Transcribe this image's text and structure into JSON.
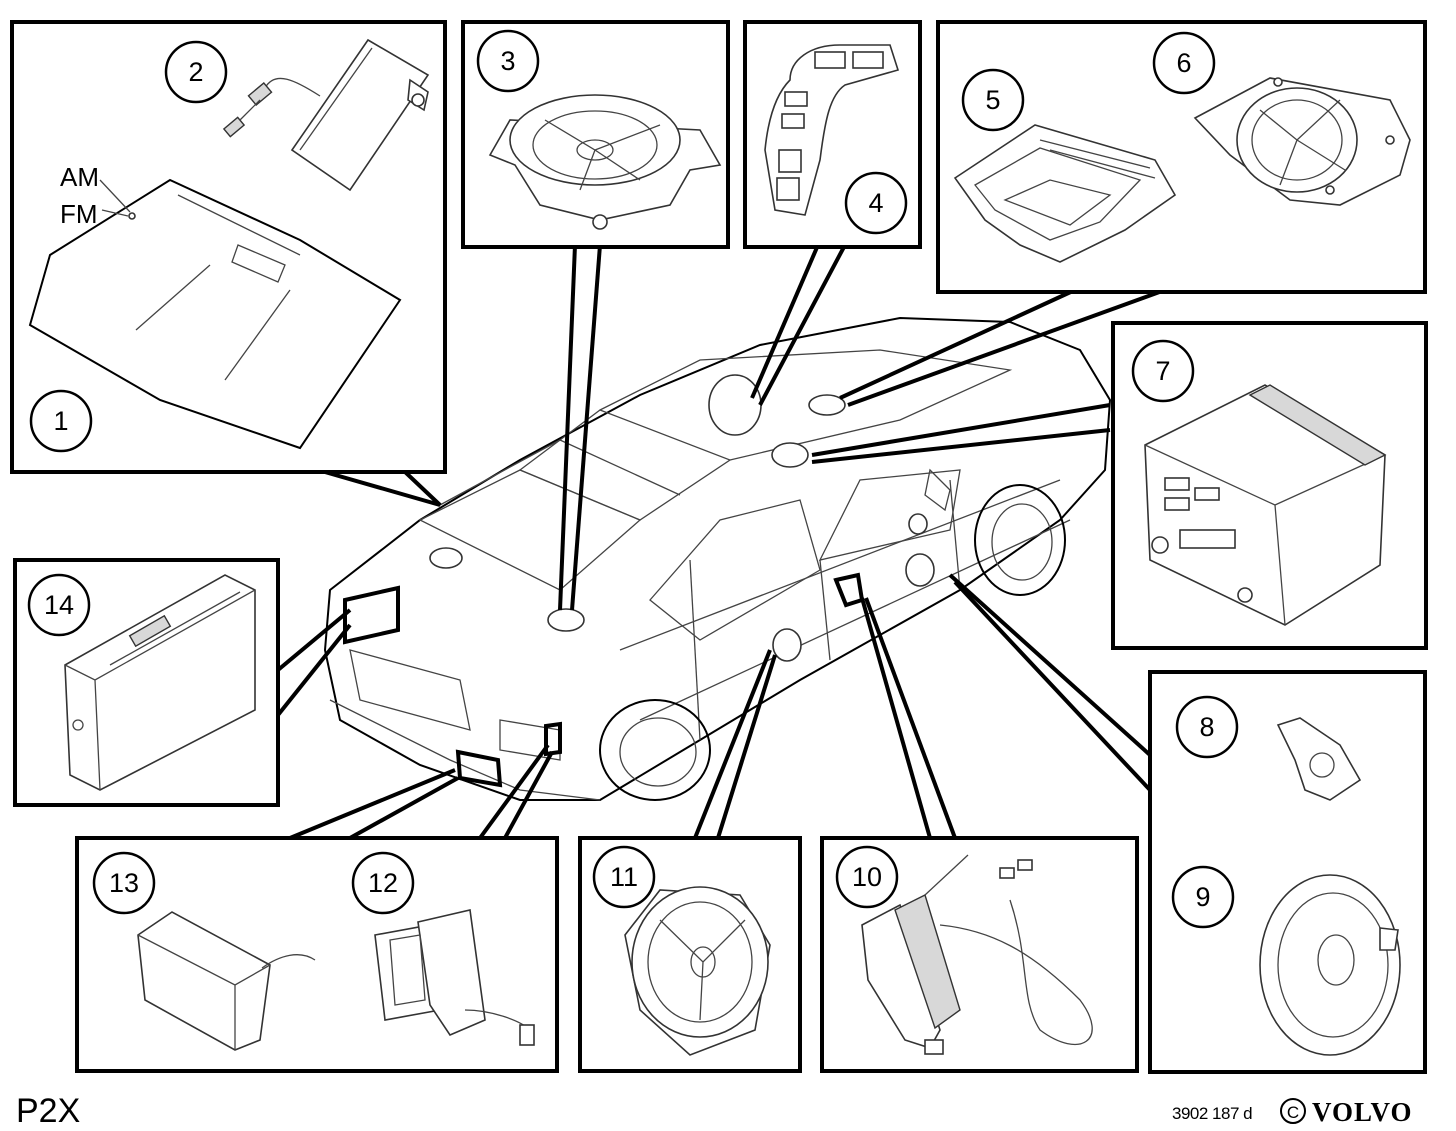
{
  "labels": {
    "am": "AM",
    "fm": "FM",
    "model": "P2X",
    "code": "3902 187 d",
    "copyright": "C",
    "brand": "VOLVO"
  },
  "callouts": [
    "1",
    "2",
    "3",
    "4",
    "5",
    "6",
    "7",
    "8",
    "9",
    "10",
    "11",
    "12",
    "13",
    "14"
  ]
}
